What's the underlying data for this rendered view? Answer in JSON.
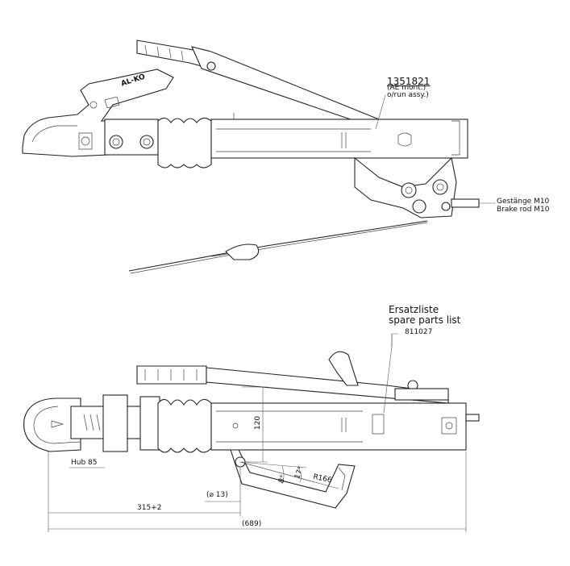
{
  "top_view": {
    "part_number": "1351821",
    "assembly_note": "(AE mont.)",
    "assembly_note_en": "o/run assy.)",
    "brand": "AL-KO",
    "brake_rod_de": "Gestänge M10",
    "brake_rod_en": "Brake rod M10"
  },
  "bottom_view": {
    "spare_parts_de": "Ersatzliste",
    "spare_parts_en": "spare parts list",
    "spare_parts_number": "811027",
    "stroke_label": "Hub 85",
    "dim_height": "120",
    "dim_angle1": "8°",
    "dim_angle2": "17°",
    "dim_radius": "R166",
    "dim_hole": "(⌀ 13)",
    "dim_coupling_to_hole": "315+2",
    "dim_overall": "(689)"
  }
}
